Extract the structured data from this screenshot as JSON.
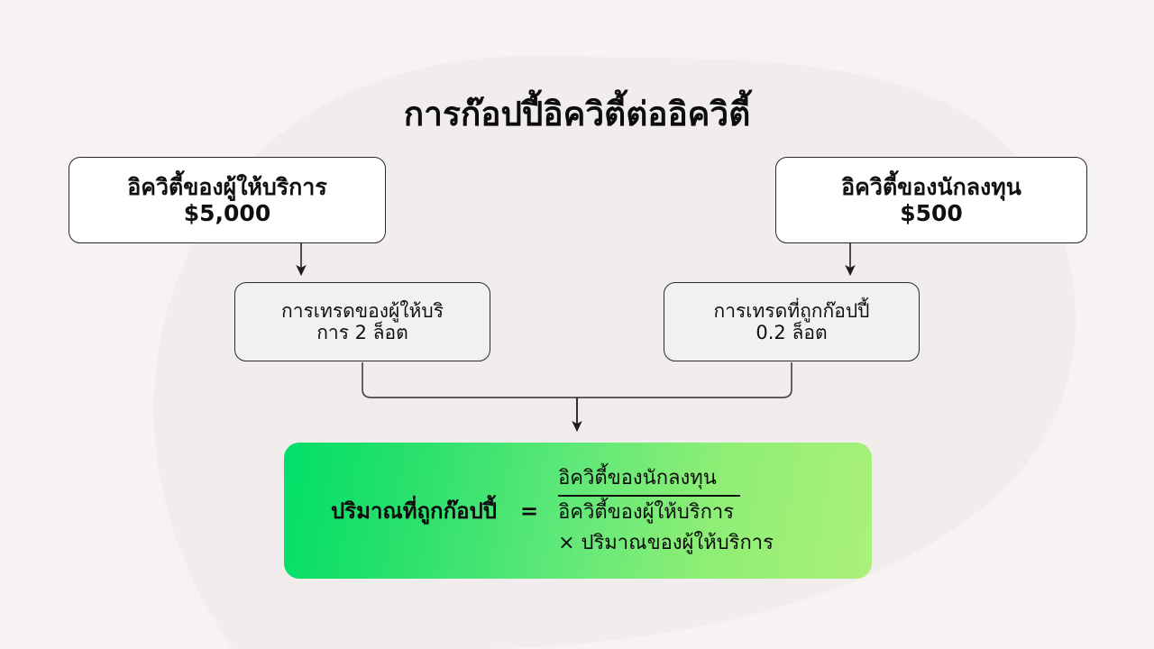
{
  "title": "การก๊อปปี้อิควิตี้ต่ออิควิตี้",
  "colors": {
    "background": "#F7F3F2",
    "blob": "#F1EDEC",
    "box_border": "#2B2B2B",
    "box_fill_primary": "#FFFFFF",
    "box_fill_secondary": "#F1F1F0",
    "text": "#0D0D0D",
    "gradient_start": "#00DF69",
    "gradient_end": "#ABF179",
    "connector": "#2B2B2B"
  },
  "nodes": {
    "provider_equity": {
      "line1": "อิควิตี้ของผู้ให้บริการ",
      "line2": "$5,000"
    },
    "investor_equity": {
      "line1": "อิควิตี้ของนักลงทุน",
      "line2": "$500"
    },
    "provider_trade": {
      "line1": "การเทรดของผู้ให้บริ",
      "line2": "การ 2 ล็อต"
    },
    "copied_trade": {
      "line1": "การเทรดที่ถูกก๊อปปี้",
      "line2": "0.2 ล็อต"
    }
  },
  "formula": {
    "label": "ปริมาณที่ถูกก๊อปปี้",
    "equals": "=",
    "numerator": "อิควิตี้ของนักลงทุน",
    "denominator": "อิควิตี้ของผู้ให้บริการ",
    "multiplier": "× ปริมาณของผู้ให้บริการ"
  }
}
